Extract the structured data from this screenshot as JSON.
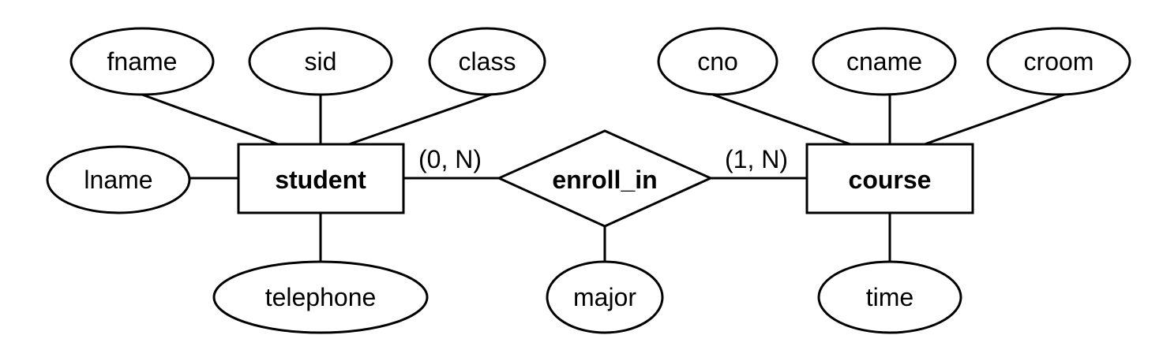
{
  "entities": {
    "student": "student",
    "course": "course"
  },
  "relationship": {
    "enroll_in": "enroll_in"
  },
  "attributes": {
    "fname": "fname",
    "sid": "sid",
    "class": "class",
    "lname": "lname",
    "telephone": "telephone",
    "cno": "cno",
    "cname": "cname",
    "croom": "croom",
    "time": "time",
    "major": "major"
  },
  "cardinality": {
    "student_side": "(0, N)",
    "course_side": "(1, N)"
  }
}
